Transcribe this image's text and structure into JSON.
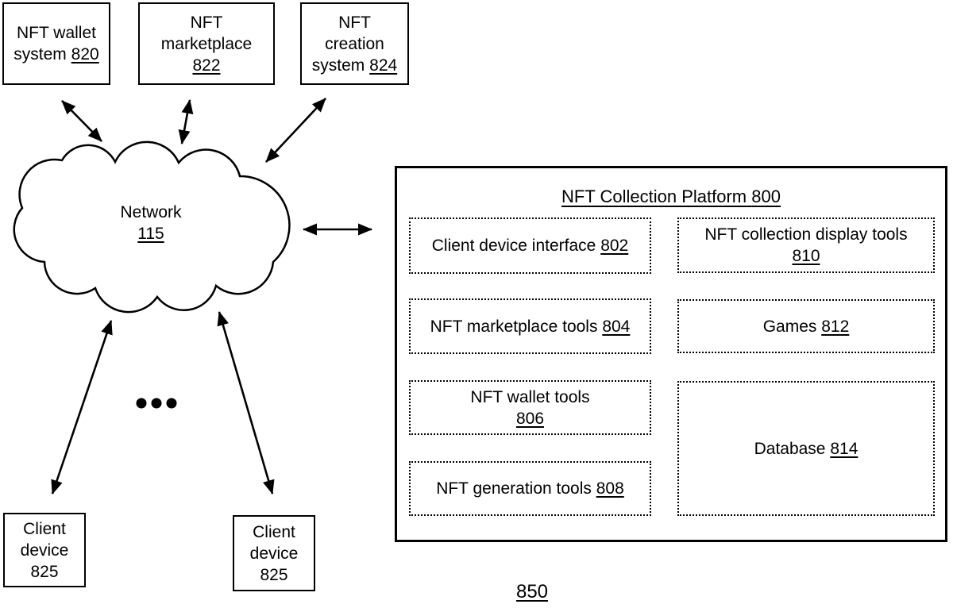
{
  "figure": {
    "ref_label": "850",
    "network_cloud": {
      "label": "Network",
      "ref": "115"
    },
    "external_systems": [
      {
        "line1": "NFT wallet",
        "line2": "system",
        "ref": "820"
      },
      {
        "line1": "NFT",
        "line2": "marketplace",
        "ref": "822"
      },
      {
        "line1": "NFT",
        "line2": "creation",
        "line3": "system",
        "ref": "824"
      }
    ],
    "client_devices": [
      {
        "line1": "Client",
        "line2": "device",
        "ref": "825"
      },
      {
        "line1": "Client",
        "line2": "device",
        "ref": "825"
      }
    ],
    "platform": {
      "title": "NFT Collection Platform",
      "title_ref": "800",
      "modules": {
        "client_device_interface": {
          "label": "Client device interface",
          "ref": "802"
        },
        "nft_collection_display_tools": {
          "label": "NFT collection display tools",
          "ref": "810"
        },
        "nft_marketplace_tools": {
          "label": "NFT marketplace tools",
          "ref": "804"
        },
        "games": {
          "label": "Games",
          "ref": "812"
        },
        "nft_wallet_tools": {
          "label": "NFT wallet tools",
          "ref": "806"
        },
        "database": {
          "label": "Database",
          "ref": "814"
        },
        "nft_generation_tools": {
          "label": "NFT generation tools",
          "ref": "808"
        }
      }
    },
    "colors": {
      "ink": "#000000",
      "background": "#ffffff"
    }
  }
}
